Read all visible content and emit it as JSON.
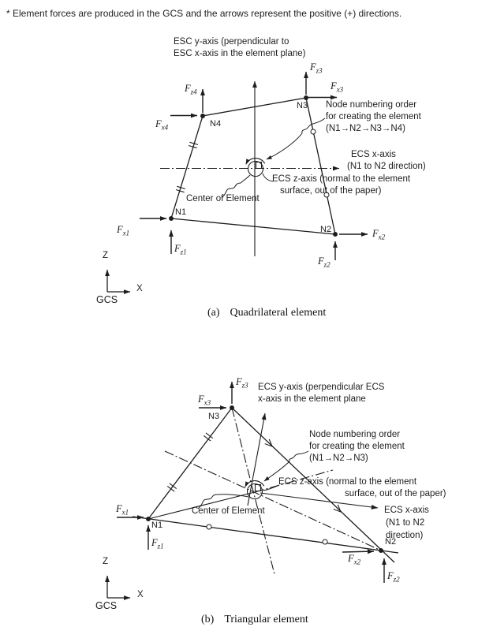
{
  "colors": {
    "ink": "#1d1d1d",
    "background": "#ffffff"
  },
  "note": "* Element forces are produced in the GCS and the arrows represent the positive (+) directions.",
  "quad": {
    "axis_y_label": [
      "ESC y-axis (perpendicular to",
      "ESC x-axis in the element plane)"
    ],
    "node_numbering": [
      "Node numbering order",
      "for creating the element",
      "(N1→N2→N3→N4)"
    ],
    "ecs_x": [
      "ECS x-axis",
      "(N1 to N2 direction)"
    ],
    "ecs_z": [
      "ECS z-axis (normal to the element",
      "surface, out of the paper)"
    ],
    "center_label": "Center of Element",
    "nodes": {
      "n1": "N1",
      "n2": "N2",
      "n3": "N3",
      "n4": "N4"
    },
    "forces": {
      "fz3": {
        "f": "F",
        "sub": "z3"
      },
      "fx3": {
        "f": "F",
        "sub": "x3"
      },
      "fz4": {
        "f": "F",
        "sub": "z4"
      },
      "fx4": {
        "f": "F",
        "sub": "x4"
      },
      "fx1": {
        "f": "F",
        "sub": "x1"
      },
      "fz1": {
        "f": "F",
        "sub": "z1"
      },
      "fx2": {
        "f": "F",
        "sub": "x2"
      },
      "fz2": {
        "f": "F",
        "sub": "z2"
      }
    },
    "gcs": {
      "z": "Z",
      "x": "X",
      "name": "GCS"
    },
    "caption_index": "(a)",
    "caption": "Quadrilateral element"
  },
  "tri": {
    "axis_y_label": [
      "ECS y-axis (perpendicular ECS",
      "x-axis in the element plane"
    ],
    "node_numbering": [
      "Node numbering order",
      "for creating the element",
      "(N1→N2→N3)"
    ],
    "ecs_x": [
      "ECS x-axis",
      "(N1 to N2",
      "direction)"
    ],
    "ecs_z": [
      "ECS z-axis (normal to the element",
      "surface, out of the paper)"
    ],
    "center_label": "Center of Element",
    "nodes": {
      "n1": "N1",
      "n2": "N2",
      "n3": "N3"
    },
    "forces": {
      "fz3": {
        "f": "F",
        "sub": "z3"
      },
      "fx3": {
        "f": "F",
        "sub": "x3"
      },
      "fx1": {
        "f": "F",
        "sub": "x1"
      },
      "fz1": {
        "f": "F",
        "sub": "z1"
      },
      "fx2": {
        "f": "F",
        "sub": "x2"
      },
      "fz2": {
        "f": "F",
        "sub": "z2"
      }
    },
    "gcs": {
      "z": "Z",
      "x": "X",
      "name": "GCS"
    },
    "caption_index": "(b)",
    "caption": "Triangular element"
  }
}
